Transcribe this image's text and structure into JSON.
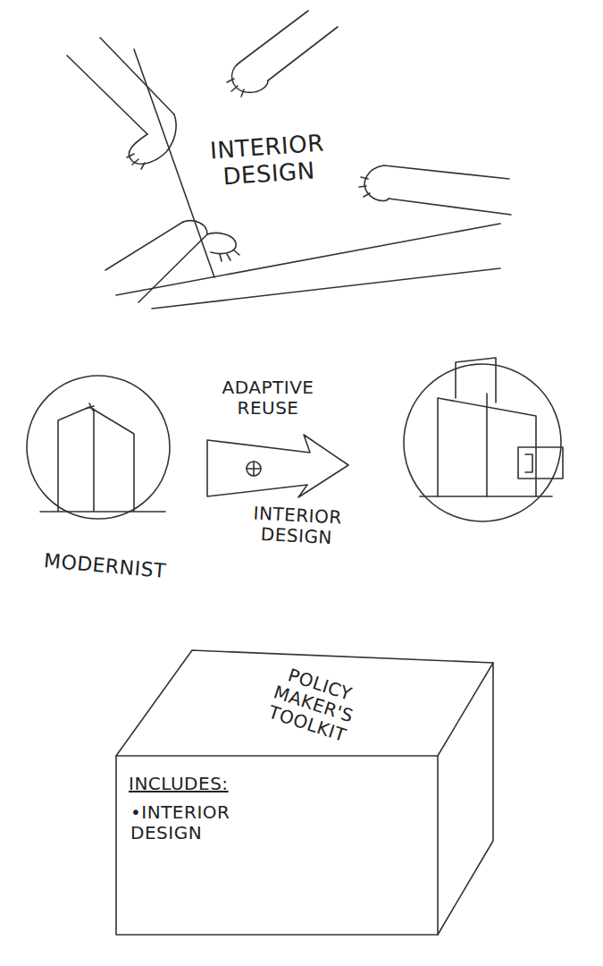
{
  "diagram": {
    "nodes": [
      {
        "text": [
          "INTERIOR DESIGN"
        ]
      },
      {
        "text": [
          "MODERNIST"
        ]
      },
      {
        "text": [
          "ADAPTIVE REUSE",
          "INTERIOR DESIGN"
        ]
      },
      {
        "text": [
          "POLICY MAKER'S TOOLKIT",
          "INCLUDES:",
          "•INTERIOR DESIGN"
        ]
      }
    ]
  }
}
